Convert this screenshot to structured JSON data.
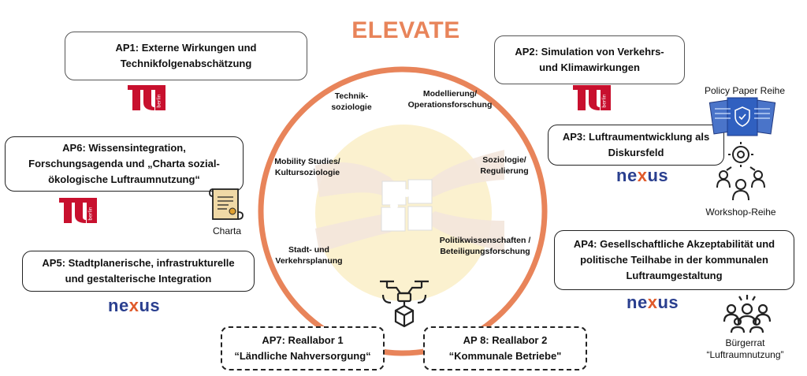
{
  "title": "ELEVATE",
  "colors": {
    "accent": "#e8845a",
    "tu_red": "#c8102e",
    "nexus_blue": "#2a3f8f",
    "nexus_orange": "#e05a2a"
  },
  "work_packages": {
    "ap1": {
      "line1": "AP1: Externe Wirkungen und",
      "line2": "Technikfolgenabschätzung"
    },
    "ap2": {
      "line1": "AP2: Simulation von Verkehrs-",
      "line2": "und Klimawirkungen"
    },
    "ap3": {
      "line1": "AP3: Luftraumentwicklung als",
      "line2": "Diskursfeld"
    },
    "ap4": {
      "line1": "AP4: Gesellschaftliche Akzeptabilität und",
      "line2": "politische Teilhabe in der kommunalen",
      "line3": "Luftraumgestaltung"
    },
    "ap5": {
      "line1": "AP5: Stadtplanerische, infrastrukturelle",
      "line2": "und gestalterische Integration"
    },
    "ap6": {
      "line1": "AP6: Wissensintegration,",
      "line2": "Forschungsagenda und „Charta sozial-",
      "line3": "ökologische Luftraumnutzung“"
    },
    "ap7": {
      "line1": "AP7: Reallabor 1",
      "line2": "“Ländliche Nahversorgung“"
    },
    "ap8": {
      "line1": "AP 8: Reallabor 2",
      "line2": "“Kommunale Betriebe\""
    }
  },
  "disciplines": {
    "technik_1": "Technik-",
    "technik_2": "soziologie",
    "modell_1": "Modellierung/",
    "modell_2": "Operationsforschung",
    "mobility_1": "Mobility Studies/",
    "mobility_2": "Kultursoziologie",
    "soz_1": "Soziologie/",
    "soz_2": "Regulierung",
    "stadt_1": "Stadt- und",
    "stadt_2": "Verkehrsplanung",
    "politik_1": "Politikwissenschaften /",
    "politik_2": "Beteiligungsforschung"
  },
  "labels": {
    "policy_paper": "Policy Paper Reihe",
    "workshop": "Workshop-Reihe",
    "charta": "Charta",
    "buergerrat_1": "Bürgerrat",
    "buergerrat_2": "“Luftraumnutzung”"
  },
  "logos": {
    "tu_text": "TU berlin",
    "nexus_1": "ne",
    "nexus_x": "x",
    "nexus_2": "us"
  },
  "icons": [
    "tu-berlin-logo",
    "nexus-logo",
    "policy-paper-icon",
    "workshop-icon",
    "charta-scroll-icon",
    "citizens-council-icon",
    "drone-icon",
    "puzzle-image"
  ]
}
